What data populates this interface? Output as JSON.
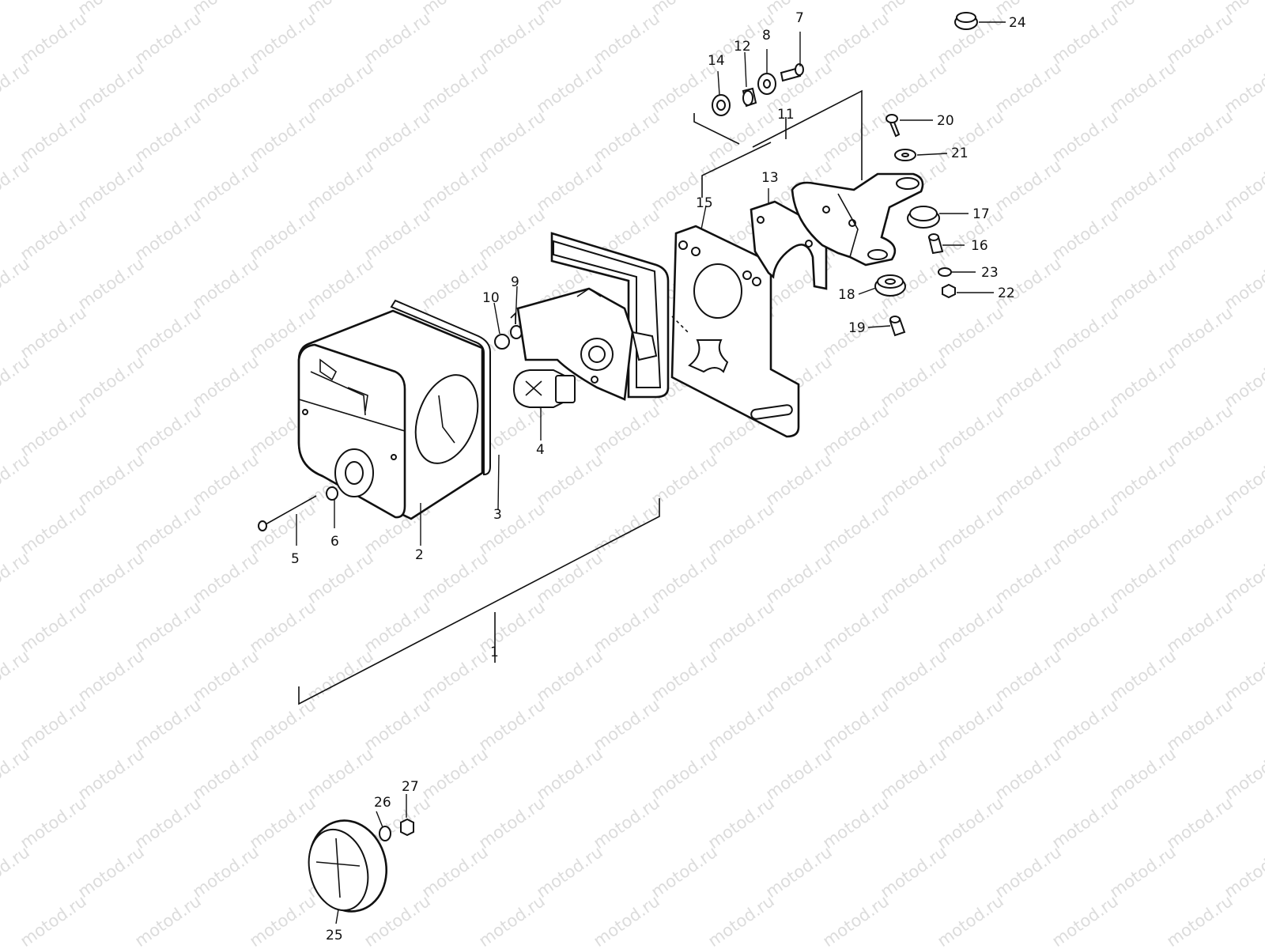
{
  "watermark": {
    "text": "motod.ru",
    "color": "#dcdcdc"
  },
  "callouts": [
    {
      "id": "c1",
      "text": "1"
    },
    {
      "id": "c2",
      "text": "2"
    },
    {
      "id": "c3",
      "text": "3"
    },
    {
      "id": "c4",
      "text": "4"
    },
    {
      "id": "c5",
      "text": "5"
    },
    {
      "id": "c6",
      "text": "6"
    },
    {
      "id": "c7",
      "text": "7"
    },
    {
      "id": "c8",
      "text": "8"
    },
    {
      "id": "c9",
      "text": "9"
    },
    {
      "id": "c10",
      "text": "10"
    },
    {
      "id": "c11",
      "text": "11"
    },
    {
      "id": "c12",
      "text": "12"
    },
    {
      "id": "c13",
      "text": "13"
    },
    {
      "id": "c14",
      "text": "14"
    },
    {
      "id": "c15",
      "text": "15"
    },
    {
      "id": "c16",
      "text": "16"
    },
    {
      "id": "c17",
      "text": "17"
    },
    {
      "id": "c18",
      "text": "18"
    },
    {
      "id": "c19",
      "text": "19"
    },
    {
      "id": "c20",
      "text": "20"
    },
    {
      "id": "c21",
      "text": "21"
    },
    {
      "id": "c22",
      "text": "22"
    },
    {
      "id": "c23",
      "text": "23"
    },
    {
      "id": "c24",
      "text": "24"
    },
    {
      "id": "c25",
      "text": "25"
    },
    {
      "id": "c26",
      "text": "26"
    },
    {
      "id": "c27",
      "text": "27"
    }
  ]
}
